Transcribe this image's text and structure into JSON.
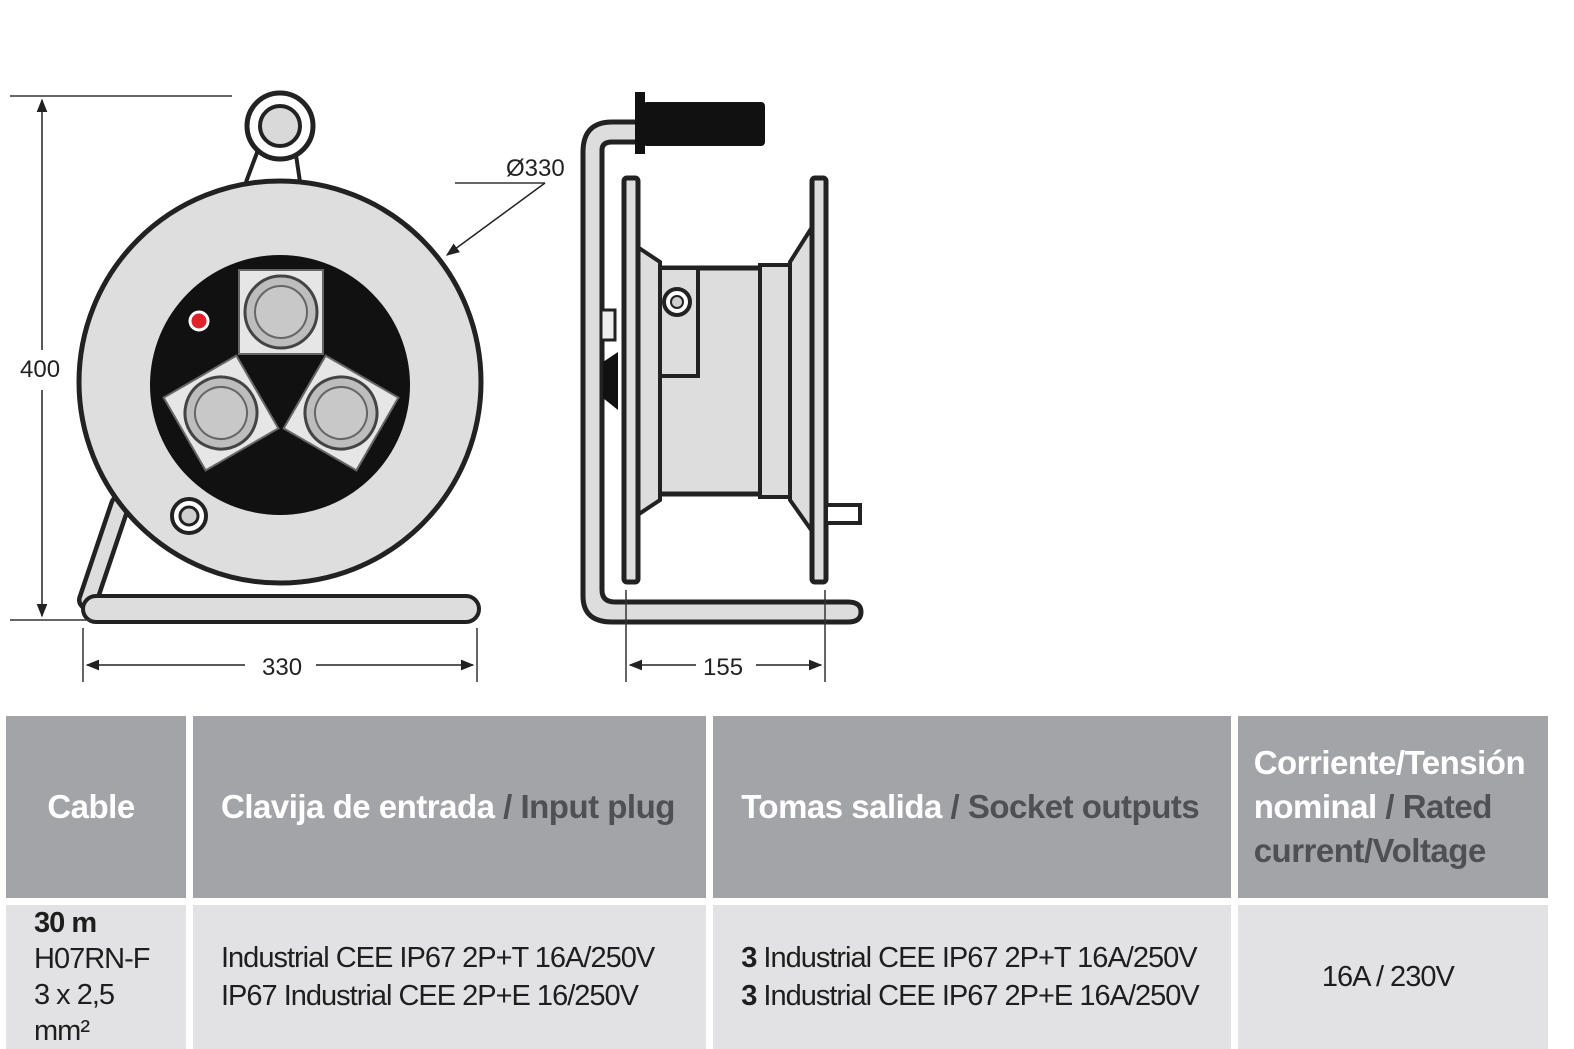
{
  "drawing": {
    "front_height": "400",
    "front_width": "330",
    "diameter": "Ø330",
    "side_width": "155"
  },
  "table": {
    "headers": [
      {
        "es": "Cable",
        "en": ""
      },
      {
        "es": "Clavija de entrada",
        "sep": " / ",
        "en": "Input plug"
      },
      {
        "es": "Tomas salida",
        "sep": " / ",
        "en": "Socket outputs"
      },
      {
        "es_line1": "Corriente/Tensión",
        "es_line2": "nominal",
        "sep": " / ",
        "en_line2": "Rated",
        "en_line3": "current/Voltage"
      }
    ],
    "row": {
      "cable": {
        "length": "30 m",
        "type": "H07RN-F",
        "section": "3 x 2,5 mm²"
      },
      "input_plug": {
        "line1": "Industrial CEE IP67 2P+T 16A/250V",
        "line2": "IP67 Industrial CEE 2P+E 16/250V"
      },
      "socket_outputs": {
        "line1_count": "3",
        "line1_text": " Industrial CEE IP67 2P+T 16A/250V",
        "line2_count": "3",
        "line2_text": " Industrial CEE IP67 2P+E 16A/250V"
      },
      "rating": "16A / 230V"
    }
  }
}
